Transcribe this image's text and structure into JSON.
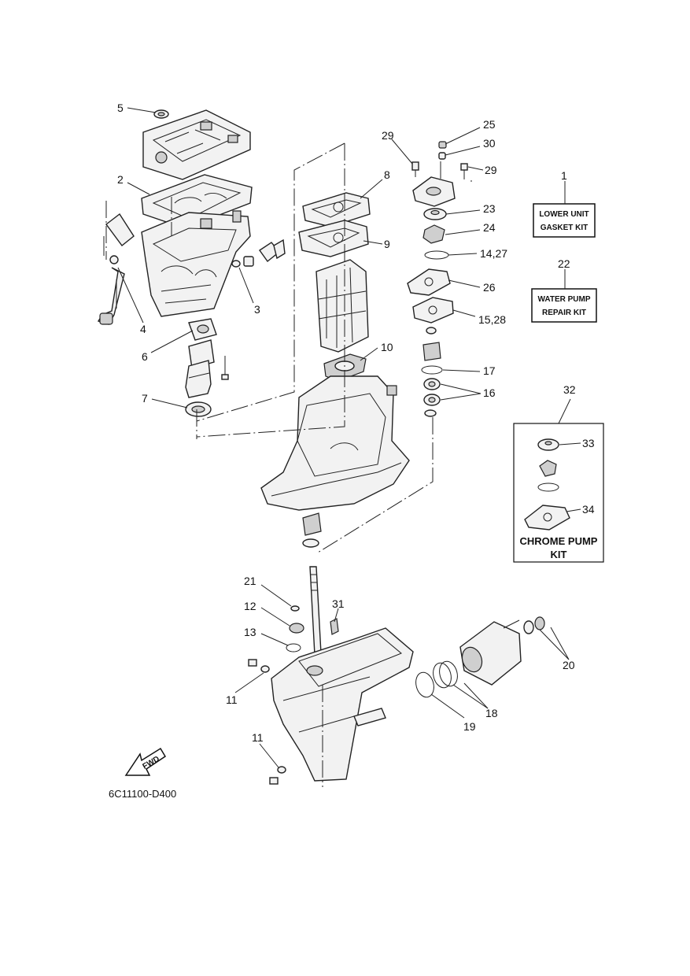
{
  "labels": {
    "p1": "1",
    "p2": "2",
    "p3": "3",
    "p4": "4",
    "p5": "5",
    "p6": "6",
    "p7": "7",
    "p8": "8",
    "p9": "9",
    "p10": "10",
    "p11a": "11",
    "p11b": "11",
    "p12": "12",
    "p13": "13",
    "p14_27": "14,27",
    "p15_28": "15,28",
    "p16": "16",
    "p17": "17",
    "p18": "18",
    "p19": "19",
    "p20": "20",
    "p21": "21",
    "p22": "22",
    "p23": "23",
    "p24": "24",
    "p25": "25",
    "p26": "26",
    "p29a": "29",
    "p29b": "29",
    "p30": "30",
    "p31": "31",
    "p32": "32",
    "p33": "33",
    "p34": "34"
  },
  "kits": {
    "lower_unit_line1": "LOWER UNIT",
    "lower_unit_line2": "GASKET KIT",
    "water_pump_line1": "WATER PUMP",
    "water_pump_line2": "REPAIR KIT",
    "chrome_line1": "CHROME PUMP",
    "chrome_line2": "KIT"
  },
  "fwd_label": "FWD",
  "drawing_code": "6C11100-D400"
}
